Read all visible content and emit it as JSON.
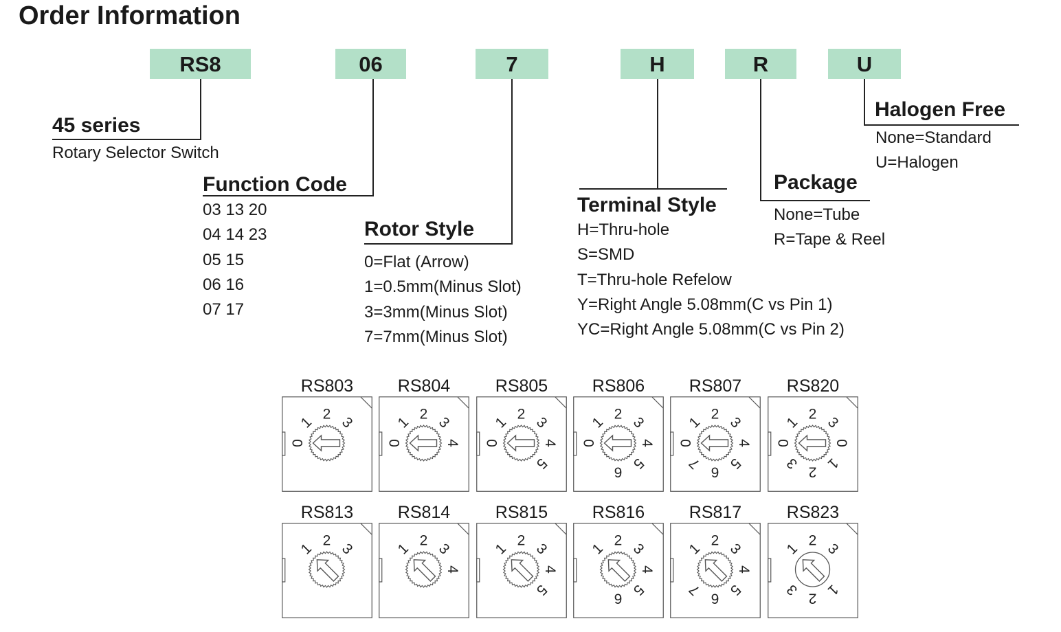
{
  "title": "Order Information",
  "codes": [
    "RS8",
    "06",
    "7",
    "H",
    "R",
    "U"
  ],
  "sections": {
    "series": {
      "heading": "45 series",
      "items": [
        "Rotary Selector Switch"
      ]
    },
    "function": {
      "heading": "Function Code",
      "items": [
        "03 13 20",
        "04 14 23",
        "05 15",
        "06 16",
        "07 17"
      ]
    },
    "rotor": {
      "heading": "Rotor Style",
      "items": [
        "0=Flat (Arrow)",
        "1=0.5mm(Minus Slot)",
        "3=3mm(Minus Slot)",
        "7=7mm(Minus Slot)"
      ]
    },
    "terminal": {
      "heading": "Terminal Style",
      "items": [
        "H=Thru-hole",
        "S=SMD",
        "T=Thru-hole Refelow",
        "Y=Right Angle 5.08mm(C vs Pin 1)",
        "YC=Right Angle 5.08mm(C vs Pin 2)"
      ]
    },
    "package": {
      "heading": "Package",
      "items": [
        "None=Tube",
        "R=Tape & Reel"
      ]
    },
    "halogen": {
      "heading": "Halogen Free",
      "items": [
        "None=Standard",
        "U=Halogen"
      ]
    }
  },
  "switches": [
    {
      "model": "RS803",
      "arrow": "left",
      "dial": [
        "0",
        "1",
        "2",
        "3"
      ]
    },
    {
      "model": "RS804",
      "arrow": "left",
      "dial": [
        "0",
        "1",
        "2",
        "3",
        "4"
      ]
    },
    {
      "model": "RS805",
      "arrow": "left",
      "dial": [
        "0",
        "1",
        "2",
        "3",
        "4",
        "5"
      ]
    },
    {
      "model": "RS806",
      "arrow": "left",
      "dial": [
        "0",
        "1",
        "2",
        "3",
        "4",
        "5",
        "6"
      ]
    },
    {
      "model": "RS807",
      "arrow": "left",
      "dial": [
        "0",
        "1",
        "2",
        "3",
        "4",
        "5",
        "6",
        "7"
      ]
    },
    {
      "model": "RS820",
      "arrow": "left",
      "dial": [
        "0",
        "1",
        "2",
        "3",
        "0",
        "1",
        "2",
        "3"
      ]
    },
    {
      "model": "RS813",
      "arrow": "diag",
      "dial": [
        "",
        "1",
        "2",
        "3"
      ]
    },
    {
      "model": "RS814",
      "arrow": "diag",
      "dial": [
        "",
        "1",
        "2",
        "3",
        "4"
      ]
    },
    {
      "model": "RS815",
      "arrow": "diag",
      "dial": [
        "",
        "1",
        "2",
        "3",
        "4",
        "5"
      ]
    },
    {
      "model": "RS816",
      "arrow": "diag",
      "dial": [
        "",
        "1",
        "2",
        "3",
        "4",
        "5",
        "6"
      ]
    },
    {
      "model": "RS817",
      "arrow": "diag",
      "dial": [
        "",
        "1",
        "2",
        "3",
        "4",
        "5",
        "6",
        "7"
      ]
    },
    {
      "model": "RS823",
      "arrow": "diag-plain",
      "dial": [
        "",
        "1",
        "2",
        "3",
        "",
        "1",
        "2",
        "3"
      ]
    }
  ]
}
